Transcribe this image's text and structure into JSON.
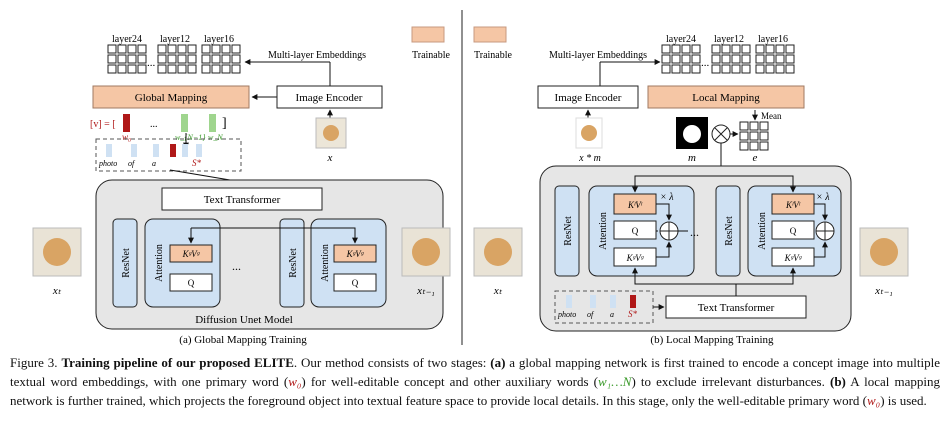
{
  "left": {
    "layer_labels": [
      "layer24",
      "layer12",
      "layer16"
    ],
    "multi_layer_label": "Multi-layer Embeddings",
    "trainable_legend": "Trainable",
    "global_mapping": "Global Mapping",
    "image_encoder": "Image Encoder",
    "v_bracket": "[v] = [",
    "w0": "w₀",
    "wn1": "w_{N−1}",
    "wn": "w_N",
    "dots": "...",
    "tokens": [
      "photo",
      "of",
      "a"
    ],
    "s_star": "S*",
    "x_label": "x",
    "text_transformer": "Text Transformer",
    "resnet": "ResNet",
    "attention": "Attention",
    "kv": "KᵍVᵍ",
    "q": "Q",
    "unet_label": "Diffusion Unet Model",
    "xt": "xₜ",
    "xt1": "xₜ₋₁",
    "subcaption": "(a) Global Mapping Training"
  },
  "right": {
    "trainable_legend": "Trainable",
    "multi_layer_label": "Multi-layer Embeddings",
    "layer_labels": [
      "layer24",
      "layer12",
      "layer16"
    ],
    "image_encoder": "Image Encoder",
    "local_mapping": "Local Mapping",
    "mean": "Mean",
    "xm": "x * m",
    "m": "m",
    "e": "e",
    "resnet": "ResNet",
    "attention": "Attention",
    "kl": "KˡVˡ",
    "kg": "KᵍVᵍ",
    "q": "Q",
    "lambda": "× λ",
    "text_transformer": "Text Transformer",
    "tokens": [
      "photo",
      "of",
      "a"
    ],
    "s_star": "S*",
    "xt": "xₜ",
    "xt1": "xₜ₋₁",
    "subcaption": "(b) Local Mapping Training"
  },
  "caption": {
    "fig": "Figure 3.",
    "title": "Training pipeline of our proposed ELITE",
    "t1": ". Our method consists of two stages: ",
    "a": "(a)",
    "t2": " a global mapping network is first trained to encode a concept image into multiple textual word embeddings, with one primary word (",
    "w0": "w₀",
    "t3": ") for well-editable concept and other auxiliary words (",
    "w1n": "w₁…N",
    "t4": ") to exclude irrelevant disturbances. ",
    "b": "(b)",
    "t5": " A local mapping network is further trained, which projects the foreground object into textual feature space to provide local details. In this stage, only the well-editable primary word (",
    "w0b": "w₀",
    "t6": ") is used."
  },
  "colors": {
    "trainable": "#f5c6a5",
    "block": "#cfe1f3",
    "panel": "#e6e6e6",
    "primary_token": "#b01818",
    "aux_token": "#9fd58e"
  }
}
